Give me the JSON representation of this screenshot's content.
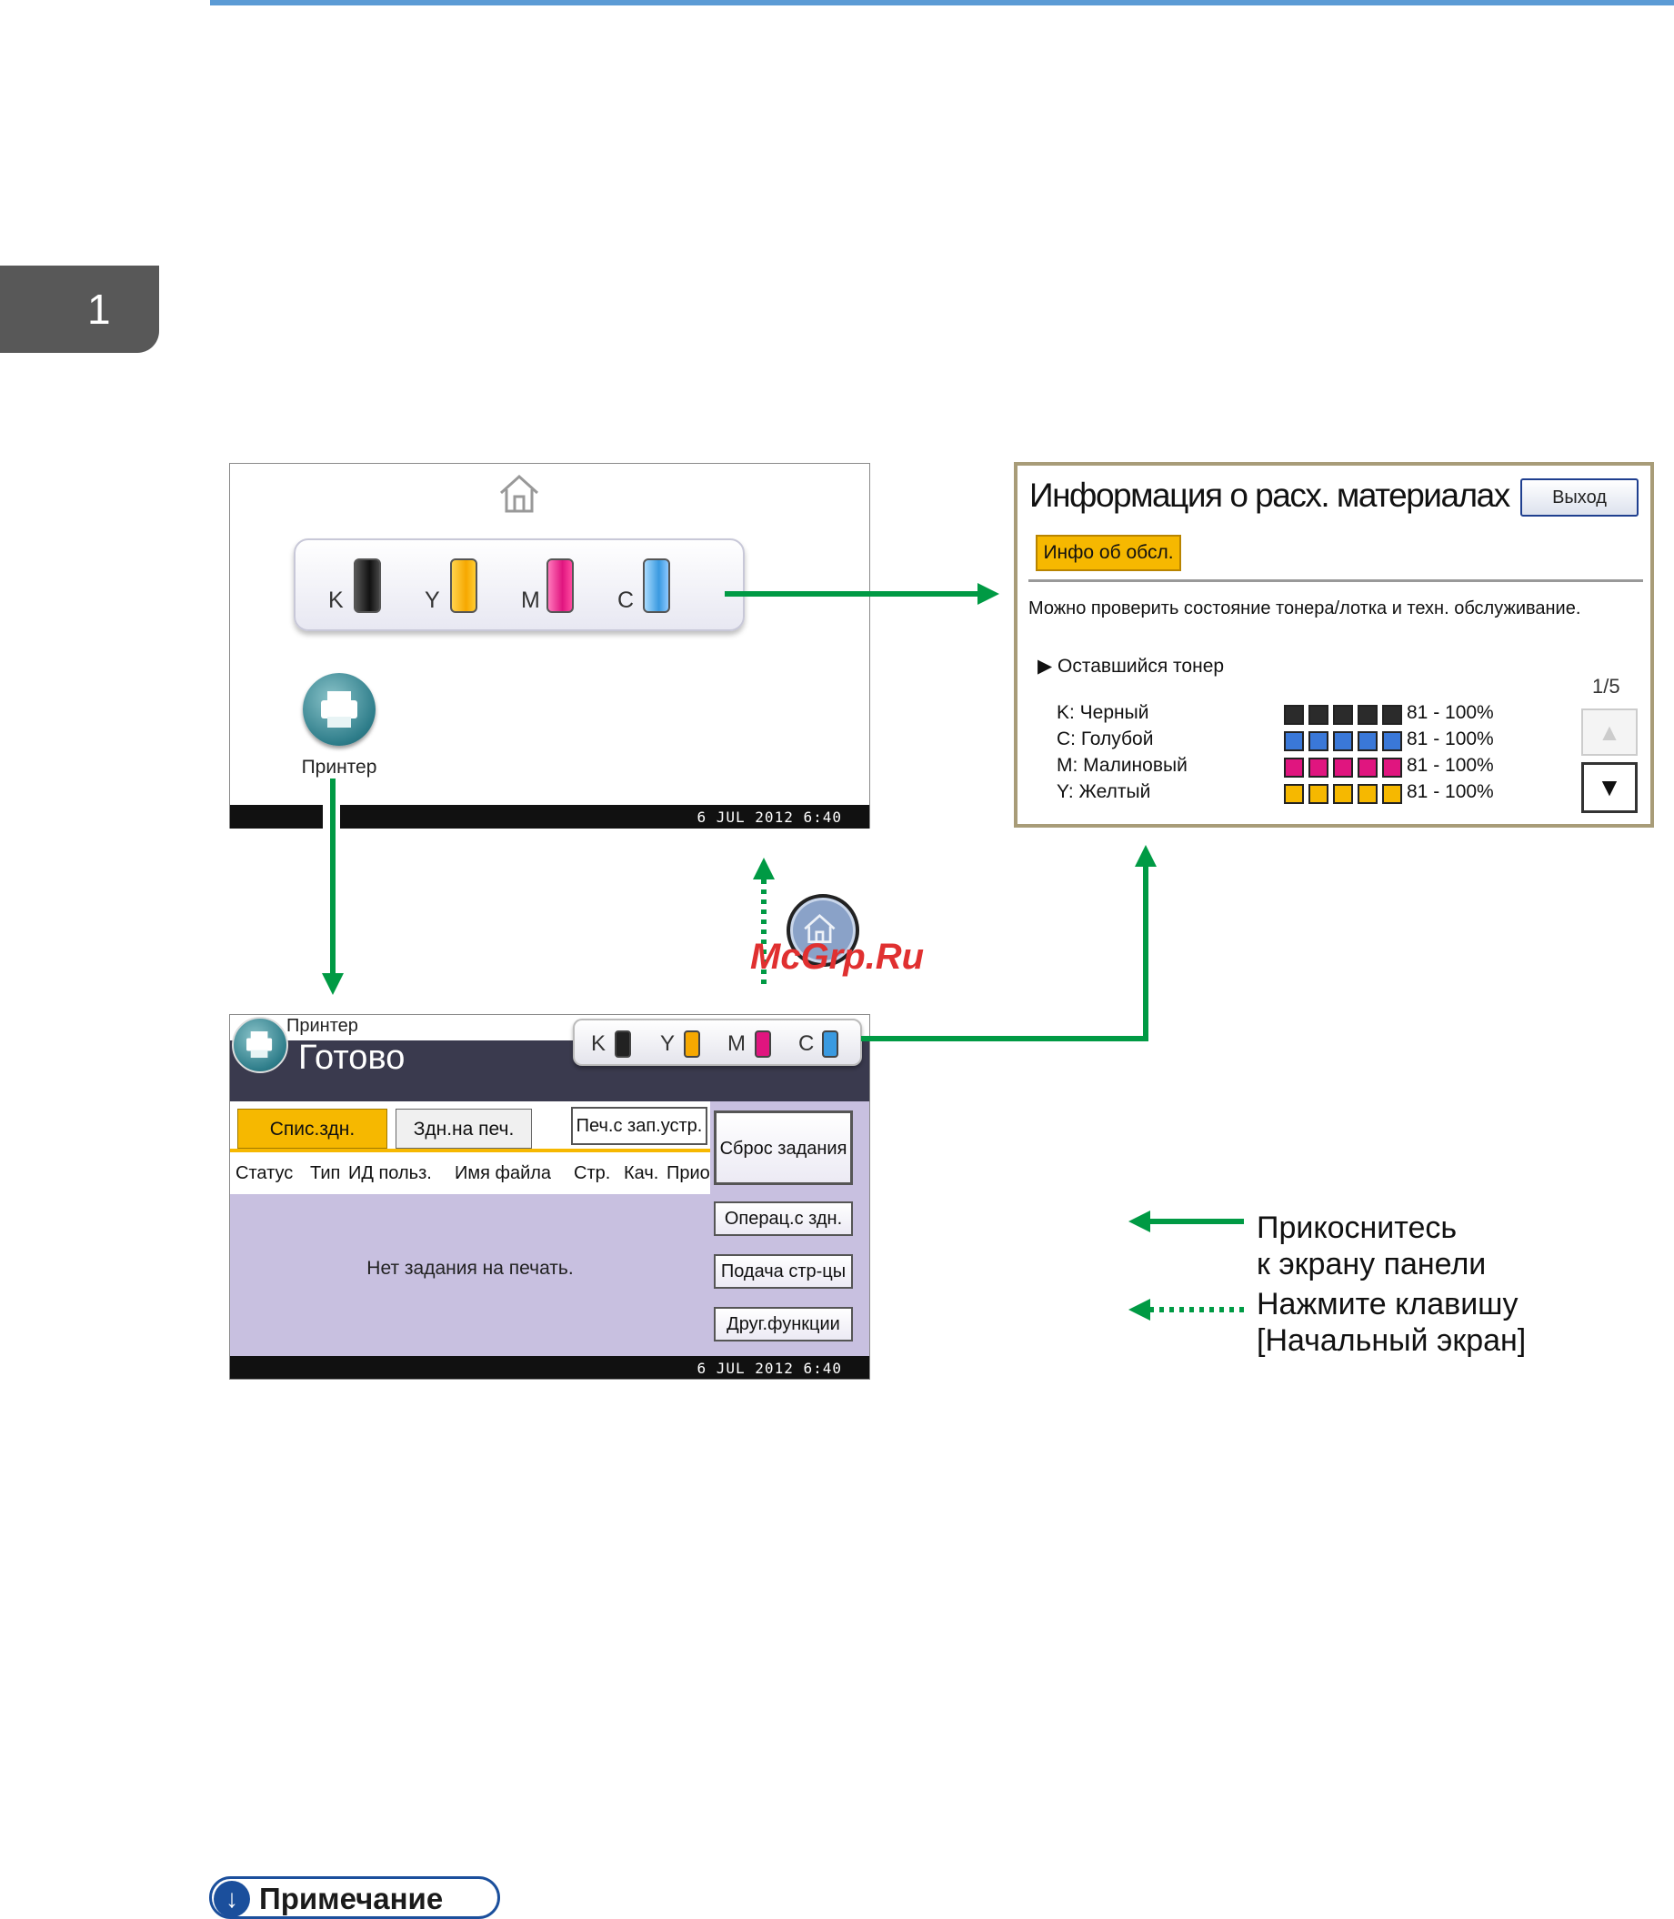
{
  "chapter": {
    "number": "1"
  },
  "home_screen": {
    "toner_letters": [
      "K",
      "Y",
      "M",
      "C"
    ],
    "app_label": "Принтер",
    "status_date": "6 JUL  2012  6:40"
  },
  "info_screen": {
    "title": "Информация о расх. материалах",
    "exit_label": "Выход",
    "service_tab": "Инфо об обсл.",
    "description": "Можно проверить состояние тонера/лотка и техн. обслуживание.",
    "remaining_label": "Оставшийся тонер",
    "page": "1/5",
    "toner_rows": [
      {
        "name": "K: Черный",
        "value": "81 - 100%",
        "color": "#2b2b2b"
      },
      {
        "name": "C: Голубой",
        "value": "81 - 100%",
        "color": "#3a78d8"
      },
      {
        "name": "M: Малиновый",
        "value": "81 - 100%",
        "color": "#e0157f"
      },
      {
        "name": "Y: Желтый",
        "value": "81 - 100%",
        "color": "#f6b800"
      }
    ],
    "scroll_up": "▲",
    "scroll_down": "▼"
  },
  "printer_screen": {
    "small_title": "Принтер",
    "big_title": "Готово",
    "toner_letters": [
      "K",
      "Y",
      "M",
      "C"
    ],
    "tabs": {
      "jobs": "Спис.здн.",
      "queue": "Здн.на печ.",
      "stored": "Печ.с зап.устр."
    },
    "columns": [
      "Статус",
      "Тип",
      "ИД польз.",
      "Имя файла",
      "Стр.",
      "Кач.",
      "Приор"
    ],
    "no_jobs": "Нет задания на печать.",
    "buttons": {
      "reset": "Сброс задания",
      "job_ops": "Операц.с здн.",
      "feed": "Подача стр-цы",
      "other": "Друг.функции"
    },
    "status_date": "6 JUL  2012  6:40"
  },
  "watermark": "McGrp.Ru",
  "legend": {
    "touch_line1": "Прикоснитесь",
    "touch_line2": "к экрану панели",
    "press_line1": "Нажмите клавишу",
    "press_line2": "[Начальный экран]"
  },
  "note": {
    "label": "Примечание"
  },
  "colors": {
    "arrow": "#009a44",
    "accent_yellow": "#f6b800",
    "top_rule": "#5b9bd5"
  }
}
